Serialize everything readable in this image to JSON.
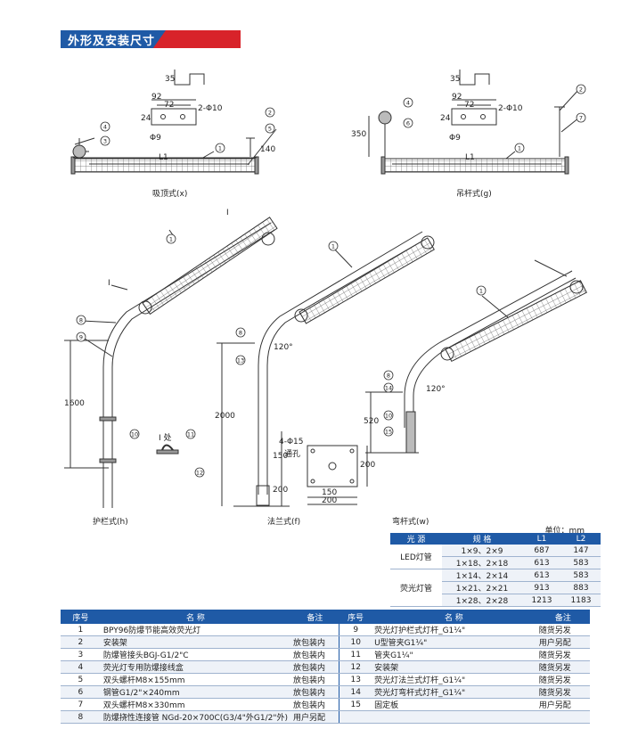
{
  "header": {
    "title": "外形及安装尺寸"
  },
  "figures": {
    "ceiling": {
      "caption": "吸顶式(x)",
      "l1": "L1",
      "dims": [
        "35",
        "92",
        "72",
        "2-Φ10",
        "24",
        "Φ9",
        "140"
      ]
    },
    "pendant": {
      "caption": "吊杆式(g)",
      "l1": "L1",
      "dims": [
        "35",
        "92",
        "72",
        "2-Φ10",
        "24",
        "Φ9",
        "350"
      ]
    },
    "guardrail": {
      "caption": "护栏式(h)",
      "height": "1600",
      "detail": "I 处",
      "mark": "I"
    },
    "flange": {
      "caption": "法兰式(f)",
      "height": "2000",
      "holes": "4-Φ15",
      "through": "通孔",
      "dims": [
        "150",
        "200",
        "150",
        "200",
        "200"
      ],
      "angle": "120°"
    },
    "bent": {
      "caption": "弯杆式(w)",
      "height": "520",
      "angle": "120°"
    }
  },
  "callouts": [
    "1",
    "2",
    "3",
    "4",
    "5",
    "6",
    "7",
    "8",
    "9",
    "10",
    "11",
    "12",
    "13",
    "14",
    "15"
  ],
  "spec_table": {
    "unit": "单位：mm",
    "headers": [
      "光 源",
      "规 格",
      "L1",
      "L2"
    ],
    "groups": [
      {
        "source": "LED灯管",
        "rows": [
          [
            "1×9、2×9",
            "687",
            "147"
          ],
          [
            "1×18、2×18",
            "613",
            "583"
          ]
        ]
      },
      {
        "source": "荧光灯管",
        "rows": [
          [
            "1×14、2×14",
            "613",
            "583"
          ],
          [
            "1×21、2×21",
            "913",
            "883"
          ],
          [
            "1×28、2×28",
            "1213",
            "1183"
          ]
        ]
      }
    ]
  },
  "parts_table": {
    "headers": [
      "序号",
      "名 称",
      "备注",
      "序号",
      "名 称",
      "备注"
    ],
    "rows": [
      [
        "1",
        "BPY96防爆节能高效荧光灯",
        "",
        "9",
        "荧光灯护栏式灯杆_G1¼\"",
        "随货另发"
      ],
      [
        "2",
        "安装架",
        "放包装内",
        "10",
        "U型管夹G1¼\"",
        "用户另配"
      ],
      [
        "3",
        "防爆管接头BGJ-G1/2\"C",
        "放包装内",
        "11",
        "管夹G1¼\"",
        "随货另发"
      ],
      [
        "4",
        "荧光灯专用防爆接线盒",
        "放包装内",
        "12",
        "安装架",
        "随货另发"
      ],
      [
        "5",
        "双头螺杆M8×155mm",
        "放包装内",
        "13",
        "荧光灯法兰式灯杆_G1¼\"",
        "随货另发"
      ],
      [
        "6",
        "钢管G1/2\"×240mm",
        "放包装内",
        "14",
        "荧光灯弯杆式灯杆_G1¼\"",
        "随货另发"
      ],
      [
        "7",
        "双头螺杆M8×330mm",
        "放包装内",
        "15",
        "固定板",
        "用户另配"
      ],
      [
        "8",
        "防爆挠性连接管 NGd-20×700C(G3/4\"外G1/2\"外)",
        "用户另配",
        "",
        "",
        ""
      ]
    ]
  }
}
